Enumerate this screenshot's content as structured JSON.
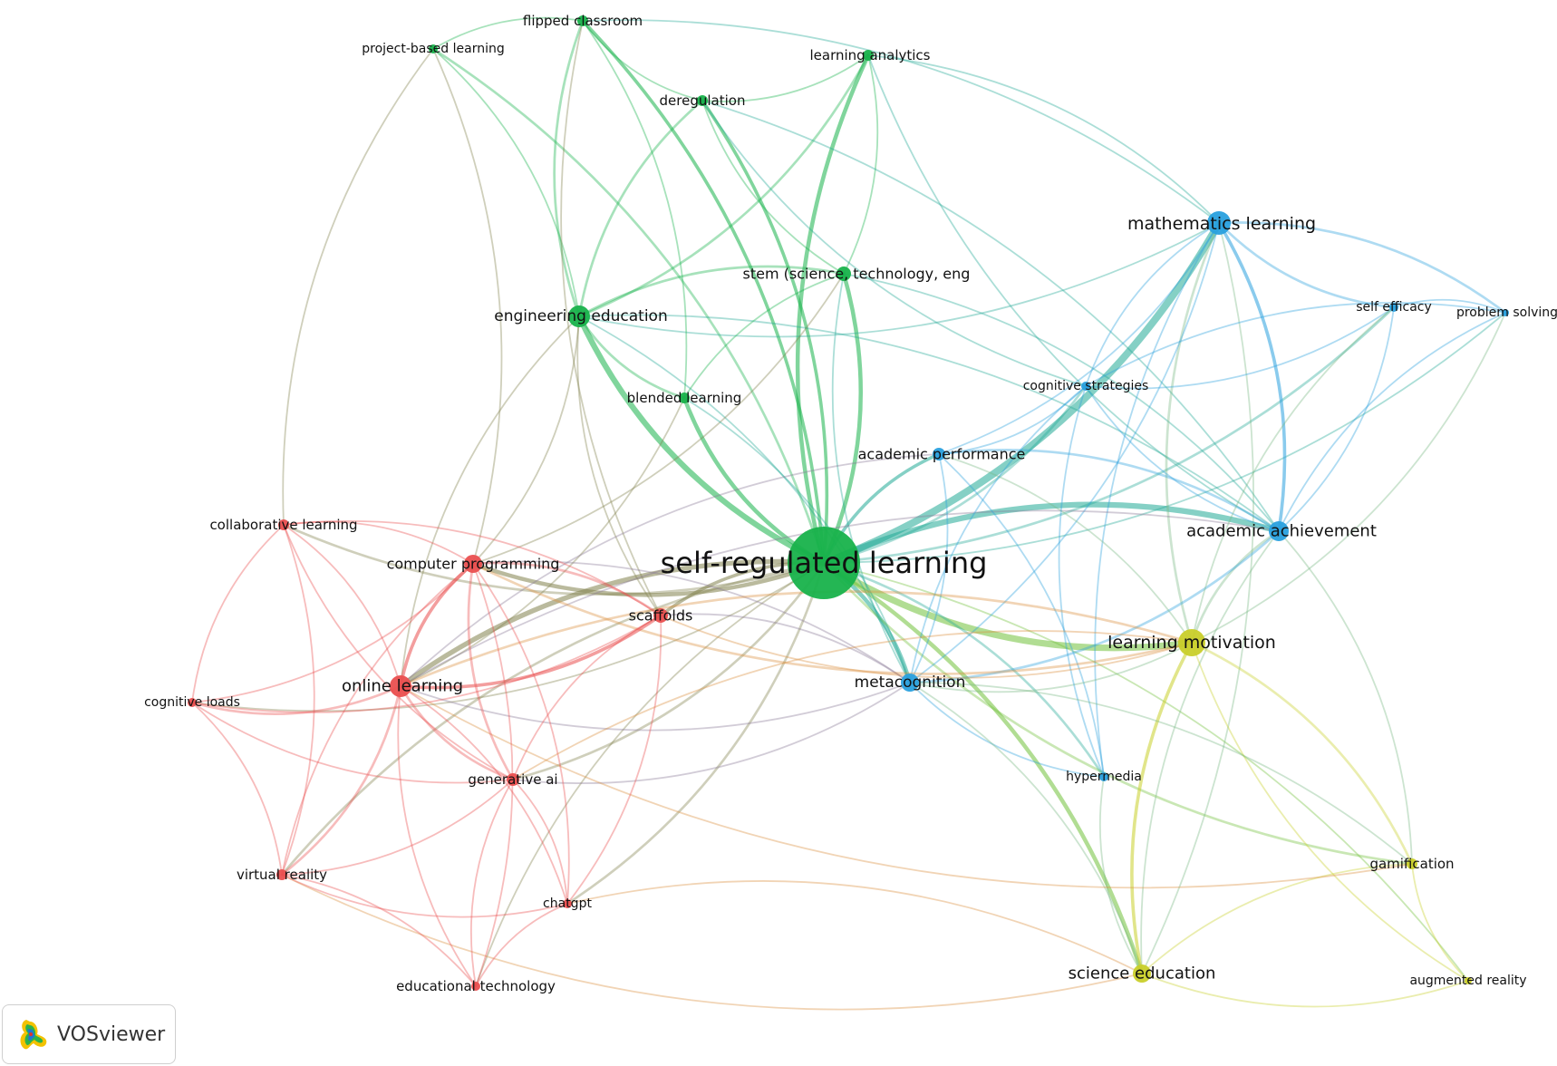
{
  "app": {
    "name": "VOSviewer"
  },
  "colors": {
    "red": "#ea4f4f",
    "green": "#18b24b",
    "blue": "#29a0de",
    "yellow": "#c9cf2a"
  },
  "icons": {
    "logo": "vosviewer-logo-icon"
  },
  "network": {
    "nodes": [
      {
        "id": "srl",
        "label": "self-regulated learning",
        "cluster": "green"
      },
      {
        "id": "eng",
        "label": "engineering education",
        "cluster": "green"
      },
      {
        "id": "stem",
        "label": "stem (science, technology, eng",
        "cluster": "green"
      },
      {
        "id": "blend",
        "label": "blended learning",
        "cluster": "green"
      },
      {
        "id": "dereg",
        "label": "deregulation",
        "cluster": "green"
      },
      {
        "id": "la",
        "label": "learning analytics",
        "cluster": "green"
      },
      {
        "id": "flip",
        "label": "flipped classroom",
        "cluster": "green"
      },
      {
        "id": "pbl",
        "label": "project-based learning",
        "cluster": "green"
      },
      {
        "id": "math",
        "label": "mathematics learning",
        "cluster": "blue"
      },
      {
        "id": "acach",
        "label": "academic achievement",
        "cluster": "blue"
      },
      {
        "id": "acperf",
        "label": "academic performance",
        "cluster": "blue"
      },
      {
        "id": "meta",
        "label": "metacognition",
        "cluster": "blue"
      },
      {
        "id": "cogstr",
        "label": "cognitive strategies",
        "cluster": "blue"
      },
      {
        "id": "selfeff",
        "label": "self efficacy",
        "cluster": "blue"
      },
      {
        "id": "probsolv",
        "label": "problem solving",
        "cluster": "blue"
      },
      {
        "id": "hyper",
        "label": "hypermedia",
        "cluster": "blue"
      },
      {
        "id": "motiv",
        "label": "learning motivation",
        "cluster": "yellow"
      },
      {
        "id": "sci",
        "label": "science education",
        "cluster": "yellow"
      },
      {
        "id": "gam",
        "label": "gamification",
        "cluster": "yellow"
      },
      {
        "id": "ar",
        "label": "augmented reality",
        "cluster": "yellow"
      },
      {
        "id": "online",
        "label": "online learning",
        "cluster": "red"
      },
      {
        "id": "comp",
        "label": "computer programming",
        "cluster": "red"
      },
      {
        "id": "scaff",
        "label": "scaffolds",
        "cluster": "red"
      },
      {
        "id": "collab",
        "label": "collaborative learning",
        "cluster": "red"
      },
      {
        "id": "cogload",
        "label": "cognitive loads",
        "cluster": "red"
      },
      {
        "id": "genai",
        "label": "generative ai",
        "cluster": "red"
      },
      {
        "id": "vr",
        "label": "virtual reality",
        "cluster": "red"
      },
      {
        "id": "chatgpt",
        "label": "chatgpt",
        "cluster": "red"
      },
      {
        "id": "edtech",
        "label": "educational technology",
        "cluster": "red"
      }
    ],
    "links": [
      {
        "source": "srl",
        "target": "eng",
        "strength": 6
      },
      {
        "source": "srl",
        "target": "math",
        "strength": 8
      },
      {
        "source": "srl",
        "target": "acach",
        "strength": 6
      },
      {
        "source": "srl",
        "target": "motiv",
        "strength": 7
      },
      {
        "source": "srl",
        "target": "meta",
        "strength": 4
      },
      {
        "source": "srl",
        "target": "online",
        "strength": 5
      },
      {
        "source": "srl",
        "target": "comp",
        "strength": 4
      },
      {
        "source": "srl",
        "target": "stem",
        "strength": 4
      },
      {
        "source": "srl",
        "target": "blend",
        "strength": 4
      },
      {
        "source": "srl",
        "target": "dereg",
        "strength": 3
      },
      {
        "source": "srl",
        "target": "la",
        "strength": 4
      },
      {
        "source": "srl",
        "target": "flip",
        "strength": 3
      },
      {
        "source": "srl",
        "target": "acperf",
        "strength": 3
      },
      {
        "source": "srl",
        "target": "scaff",
        "strength": 3
      },
      {
        "source": "srl",
        "target": "sci",
        "strength": 4
      },
      {
        "source": "srl",
        "target": "gam",
        "strength": 2
      },
      {
        "source": "srl",
        "target": "hyper",
        "strength": 2
      },
      {
        "source": "srl",
        "target": "cogstr",
        "strength": 2
      },
      {
        "source": "srl",
        "target": "genai",
        "strength": 2
      },
      {
        "source": "srl",
        "target": "vr",
        "strength": 2
      },
      {
        "source": "srl",
        "target": "chatgpt",
        "strength": 2
      },
      {
        "source": "srl",
        "target": "pbl",
        "strength": 2
      },
      {
        "source": "srl",
        "target": "collab",
        "strength": 2
      },
      {
        "source": "srl",
        "target": "selfeff",
        "strength": 2
      },
      {
        "source": "srl",
        "target": "cogload",
        "strength": 1
      },
      {
        "source": "srl",
        "target": "edtech",
        "strength": 1
      },
      {
        "source": "srl",
        "target": "ar",
        "strength": 1
      },
      {
        "source": "srl",
        "target": "probsolv",
        "strength": 1
      },
      {
        "source": "eng",
        "target": "stem",
        "strength": 2
      },
      {
        "source": "eng",
        "target": "blend",
        "strength": 2
      },
      {
        "source": "eng",
        "target": "dereg",
        "strength": 2
      },
      {
        "source": "eng",
        "target": "la",
        "strength": 2
      },
      {
        "source": "eng",
        "target": "flip",
        "strength": 2
      },
      {
        "source": "eng",
        "target": "pbl",
        "strength": 1
      },
      {
        "source": "eng",
        "target": "comp",
        "strength": 1
      },
      {
        "source": "eng",
        "target": "online",
        "strength": 1
      },
      {
        "source": "eng",
        "target": "meta",
        "strength": 1
      },
      {
        "source": "eng",
        "target": "math",
        "strength": 1
      },
      {
        "source": "eng",
        "target": "acach",
        "strength": 1
      },
      {
        "source": "eng",
        "target": "scaff",
        "strength": 1
      },
      {
        "source": "stem",
        "target": "dereg",
        "strength": 1
      },
      {
        "source": "stem",
        "target": "la",
        "strength": 1
      },
      {
        "source": "stem",
        "target": "acach",
        "strength": 1
      },
      {
        "source": "stem",
        "target": "blend",
        "strength": 1
      },
      {
        "source": "stem",
        "target": "comp",
        "strength": 1
      },
      {
        "source": "stem",
        "target": "meta",
        "strength": 1
      },
      {
        "source": "blend",
        "target": "online",
        "strength": 1
      },
      {
        "source": "blend",
        "target": "flip",
        "strength": 1
      },
      {
        "source": "blend",
        "target": "meta",
        "strength": 1
      },
      {
        "source": "dereg",
        "target": "la",
        "strength": 1
      },
      {
        "source": "dereg",
        "target": "flip",
        "strength": 1
      },
      {
        "source": "dereg",
        "target": "cogstr",
        "strength": 1
      },
      {
        "source": "dereg",
        "target": "acach",
        "strength": 1
      },
      {
        "source": "flip",
        "target": "pbl",
        "strength": 1
      },
      {
        "source": "flip",
        "target": "math",
        "strength": 1
      },
      {
        "source": "flip",
        "target": "scaff",
        "strength": 1
      },
      {
        "source": "la",
        "target": "math",
        "strength": 1
      },
      {
        "source": "la",
        "target": "acach",
        "strength": 1
      },
      {
        "source": "pbl",
        "target": "comp",
        "strength": 1
      },
      {
        "source": "pbl",
        "target": "collab",
        "strength": 1
      },
      {
        "source": "math",
        "target": "acach",
        "strength": 3
      },
      {
        "source": "math",
        "target": "selfeff",
        "strength": 2
      },
      {
        "source": "math",
        "target": "probsolv",
        "strength": 2
      },
      {
        "source": "math",
        "target": "cogstr",
        "strength": 1
      },
      {
        "source": "math",
        "target": "acperf",
        "strength": 1
      },
      {
        "source": "math",
        "target": "motiv",
        "strength": 2
      },
      {
        "source": "math",
        "target": "meta",
        "strength": 1
      },
      {
        "source": "math",
        "target": "hyper",
        "strength": 1
      },
      {
        "source": "math",
        "target": "sci",
        "strength": 1
      },
      {
        "source": "acach",
        "target": "selfeff",
        "strength": 1
      },
      {
        "source": "acach",
        "target": "probsolv",
        "strength": 1
      },
      {
        "source": "acach",
        "target": "motiv",
        "strength": 2
      },
      {
        "source": "acach",
        "target": "meta",
        "strength": 2
      },
      {
        "source": "acach",
        "target": "acperf",
        "strength": 2
      },
      {
        "source": "acach",
        "target": "cogstr",
        "strength": 1
      },
      {
        "source": "acach",
        "target": "online",
        "strength": 1
      },
      {
        "source": "acach",
        "target": "gam",
        "strength": 1
      },
      {
        "source": "acach",
        "target": "sci",
        "strength": 1
      },
      {
        "source": "acperf",
        "target": "meta",
        "strength": 1
      },
      {
        "source": "acperf",
        "target": "cogstr",
        "strength": 1
      },
      {
        "source": "acperf",
        "target": "motiv",
        "strength": 1
      },
      {
        "source": "acperf",
        "target": "online",
        "strength": 1
      },
      {
        "source": "acperf",
        "target": "hyper",
        "strength": 1
      },
      {
        "source": "meta",
        "target": "hyper",
        "strength": 1
      },
      {
        "source": "meta",
        "target": "cogstr",
        "strength": 1
      },
      {
        "source": "meta",
        "target": "motiv",
        "strength": 1
      },
      {
        "source": "meta",
        "target": "online",
        "strength": 1
      },
      {
        "source": "meta",
        "target": "scaff",
        "strength": 1
      },
      {
        "source": "meta",
        "target": "sci",
        "strength": 1
      },
      {
        "source": "meta",
        "target": "comp",
        "strength": 1
      },
      {
        "source": "meta",
        "target": "genai",
        "strength": 1
      },
      {
        "source": "cogstr",
        "target": "selfeff",
        "strength": 1
      },
      {
        "source": "cogstr",
        "target": "probsolv",
        "strength": 1
      },
      {
        "source": "cogstr",
        "target": "hyper",
        "strength": 1
      },
      {
        "source": "selfeff",
        "target": "probsolv",
        "strength": 1
      },
      {
        "source": "selfeff",
        "target": "motiv",
        "strength": 1
      },
      {
        "source": "probsolv",
        "target": "motiv",
        "strength": 1
      },
      {
        "source": "motiv",
        "target": "sci",
        "strength": 3
      },
      {
        "source": "motiv",
        "target": "gam",
        "strength": 2
      },
      {
        "source": "motiv",
        "target": "ar",
        "strength": 1
      },
      {
        "source": "motiv",
        "target": "comp",
        "strength": 2
      },
      {
        "source": "motiv",
        "target": "online",
        "strength": 2
      },
      {
        "source": "motiv",
        "target": "scaff",
        "strength": 1
      },
      {
        "source": "motiv",
        "target": "genai",
        "strength": 1
      },
      {
        "source": "sci",
        "target": "gam",
        "strength": 1
      },
      {
        "source": "sci",
        "target": "ar",
        "strength": 1
      },
      {
        "source": "sci",
        "target": "vr",
        "strength": 1
      },
      {
        "source": "sci",
        "target": "chatgpt",
        "strength": 1
      },
      {
        "source": "sci",
        "target": "hyper",
        "strength": 1
      },
      {
        "source": "gam",
        "target": "ar",
        "strength": 1
      },
      {
        "source": "gam",
        "target": "online",
        "strength": 1
      },
      {
        "source": "gam",
        "target": "meta",
        "strength": 1
      },
      {
        "source": "online",
        "target": "comp",
        "strength": 3
      },
      {
        "source": "online",
        "target": "scaff",
        "strength": 3
      },
      {
        "source": "online",
        "target": "cogload",
        "strength": 2
      },
      {
        "source": "online",
        "target": "genai",
        "strength": 2
      },
      {
        "source": "online",
        "target": "vr",
        "strength": 2
      },
      {
        "source": "online",
        "target": "collab",
        "strength": 1
      },
      {
        "source": "online",
        "target": "chatgpt",
        "strength": 1
      },
      {
        "source": "online",
        "target": "edtech",
        "strength": 1
      },
      {
        "source": "comp",
        "target": "scaff",
        "strength": 2
      },
      {
        "source": "comp",
        "target": "collab",
        "strength": 1
      },
      {
        "source": "comp",
        "target": "cogload",
        "strength": 1
      },
      {
        "source": "comp",
        "target": "genai",
        "strength": 2
      },
      {
        "source": "comp",
        "target": "chatgpt",
        "strength": 1
      },
      {
        "source": "comp",
        "target": "vr",
        "strength": 1
      },
      {
        "source": "comp",
        "target": "edtech",
        "strength": 1
      },
      {
        "source": "scaff",
        "target": "genai",
        "strength": 1
      },
      {
        "source": "scaff",
        "target": "chatgpt",
        "strength": 1
      },
      {
        "source": "scaff",
        "target": "collab",
        "strength": 1
      },
      {
        "source": "scaff",
        "target": "cogload",
        "strength": 1
      },
      {
        "source": "collab",
        "target": "cogload",
        "strength": 1
      },
      {
        "source": "collab",
        "target": "vr",
        "strength": 1
      },
      {
        "source": "collab",
        "target": "genai",
        "strength": 1
      },
      {
        "source": "cogload",
        "target": "vr",
        "strength": 1
      },
      {
        "source": "cogload",
        "target": "genai",
        "strength": 1
      },
      {
        "source": "genai",
        "target": "chatgpt",
        "strength": 1
      },
      {
        "source": "genai",
        "target": "edtech",
        "strength": 1
      },
      {
        "source": "genai",
        "target": "vr",
        "strength": 1
      },
      {
        "source": "vr",
        "target": "chatgpt",
        "strength": 1
      },
      {
        "source": "vr",
        "target": "edtech",
        "strength": 1
      },
      {
        "source": "chatgpt",
        "target": "edtech",
        "strength": 1
      }
    ]
  }
}
